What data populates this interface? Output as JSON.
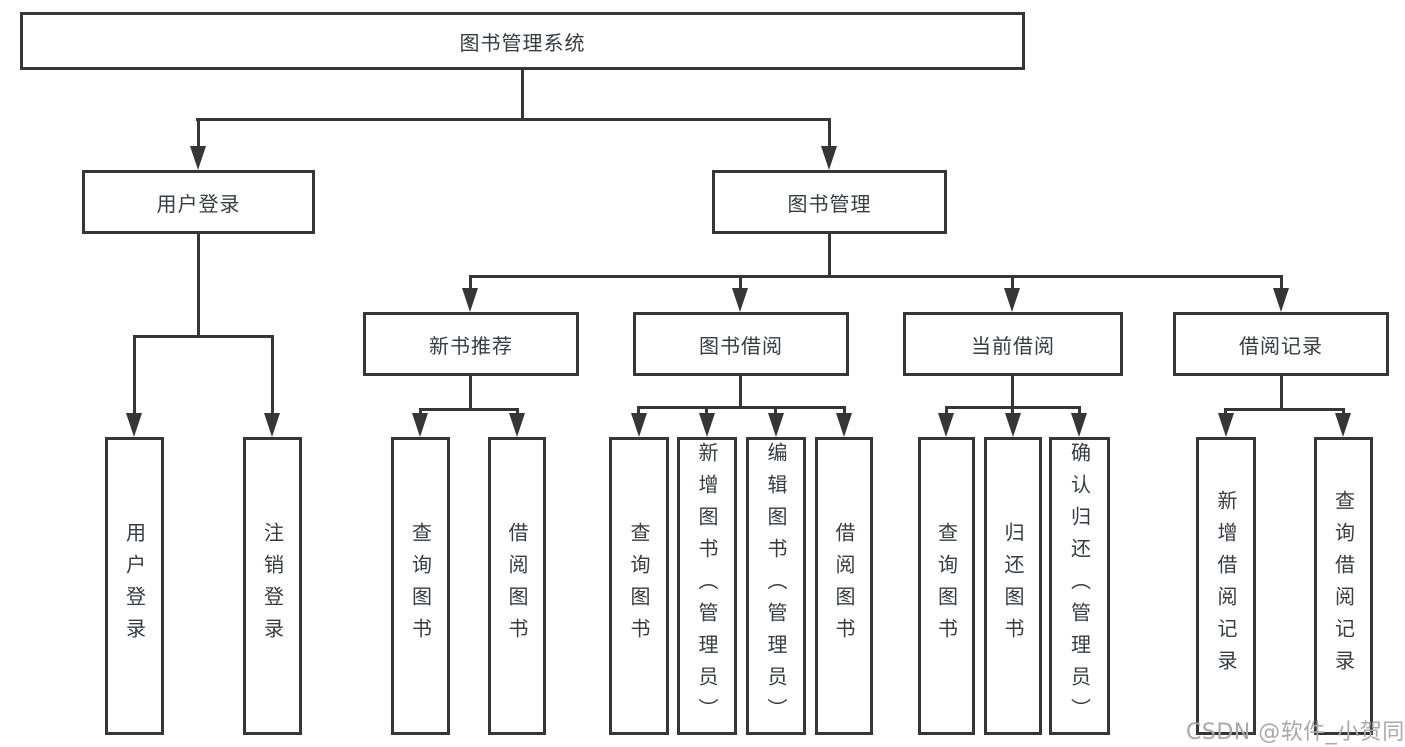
{
  "title": "图书管理系统",
  "level2": {
    "user_login": "用户登录",
    "book_management": "图书管理"
  },
  "level3": {
    "new_book_recommend": "新书推荐",
    "book_borrow": "图书借阅",
    "current_borrow": "当前借阅",
    "borrow_records": "借阅记录"
  },
  "leaves": [
    "用户登录",
    "注销登录",
    "查询图书",
    "借阅图书",
    "查询图书",
    "新增图书（管理员）",
    "编辑图书（管理员）",
    "借阅图书",
    "查询图书",
    "归还图书",
    "确认归还（管理员）",
    "新增借阅记录",
    "查询借阅记录"
  ],
  "watermark": "CSDN @软件_小贺同学",
  "colors": {
    "line": "#363636",
    "text": "#373c42",
    "watermark": "#a9a9a9",
    "background": "#ffffff"
  }
}
